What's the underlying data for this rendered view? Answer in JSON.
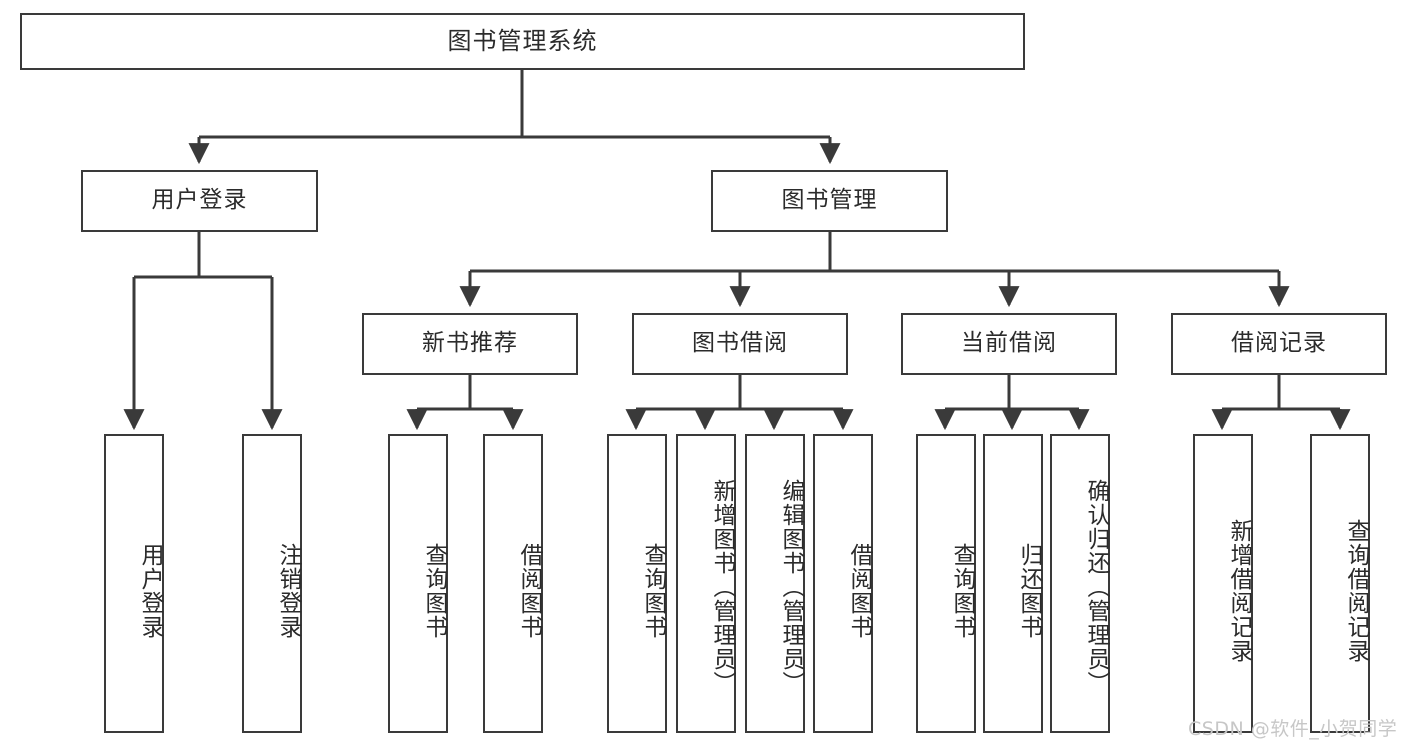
{
  "diagram": {
    "type": "tree-hierarchy",
    "title": "图书管理系统",
    "background": "#ffffff",
    "line_color": "#3a3a3a",
    "text_color": "#2b2b2b",
    "nodes": {
      "root": {
        "label": "图书管理系统"
      },
      "level1": [
        {
          "label": "用户登录"
        },
        {
          "label": "图书管理"
        }
      ],
      "level2": [
        {
          "label": "新书推荐"
        },
        {
          "label": "图书借阅"
        },
        {
          "label": "当前借阅"
        },
        {
          "label": "借阅记录"
        }
      ],
      "leaves_user_login": [
        {
          "label": "用户登录"
        },
        {
          "label": "注销登录"
        }
      ],
      "leaves_new_book": [
        {
          "label": "查询图书"
        },
        {
          "label": "借阅图书"
        }
      ],
      "leaves_borrow": [
        {
          "label": "查询图书"
        },
        {
          "label": "新增图书（管理员）"
        },
        {
          "label": "编辑图书（管理员）"
        },
        {
          "label": "借阅图书"
        }
      ],
      "leaves_current": [
        {
          "label": "查询图书"
        },
        {
          "label": "归还图书"
        },
        {
          "label": "确认归还（管理员）"
        }
      ],
      "leaves_records": [
        {
          "label": "新增借阅记录"
        },
        {
          "label": "查询借阅记录"
        }
      ]
    },
    "watermark": "CSDN @软件_小贺同学"
  }
}
